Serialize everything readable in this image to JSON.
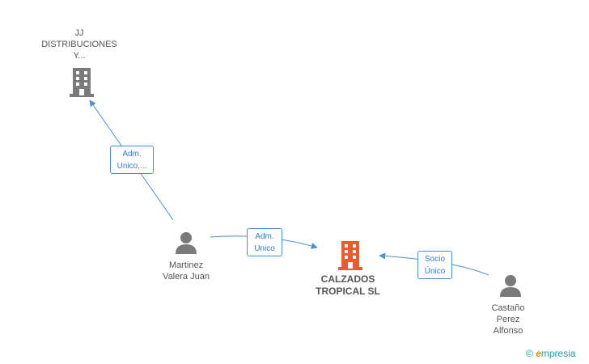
{
  "nodes": {
    "jj": {
      "lines": [
        "JJ",
        "DISTRIBUCIONES",
        "Y..."
      ],
      "icon": "building-icon",
      "color": "#7a7a7a"
    },
    "martinez": {
      "lines": [
        "Martinez",
        "Valera Juan"
      ],
      "icon": "person-icon",
      "color": "#7a7a7a"
    },
    "calzados": {
      "lines": [
        "CALZADOS",
        "TROPICAL SL"
      ],
      "icon": "building-icon",
      "color": "#ef5a2b"
    },
    "castano": {
      "lines": [
        "Castaño",
        "Perez",
        "Alfonso"
      ],
      "icon": "person-icon",
      "color": "#7a7a7a"
    }
  },
  "edges": {
    "e1": {
      "lines": [
        "Adm.",
        "Unico,..."
      ]
    },
    "e2": {
      "lines": [
        "Adm.",
        "Unico"
      ]
    },
    "e3": {
      "lines": [
        "Socio",
        "Único"
      ]
    }
  },
  "colors": {
    "edge": "#4a90d9"
  },
  "brand": {
    "copyright": "©",
    "e": "e",
    "rest": "mpresia"
  }
}
